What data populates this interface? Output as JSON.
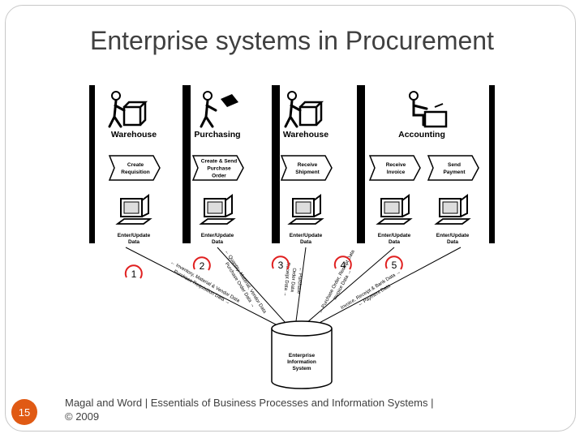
{
  "slide": {
    "title": "Enterprise systems in Procurement",
    "number": "15",
    "footer": "Magal and Word | Essentials of Business Processes and Information Systems | © 2009"
  },
  "diagram": {
    "departments": [
      {
        "name": "Warehouse"
      },
      {
        "name": "Purchasing"
      },
      {
        "name": "Warehouse"
      },
      {
        "name": "Accounting"
      }
    ],
    "steps": [
      {
        "lines": [
          "Create",
          "Requisition"
        ]
      },
      {
        "lines": [
          "Create & Send",
          "Purchase",
          "Order"
        ]
      },
      {
        "lines": [
          "Receive",
          "Shipment"
        ]
      },
      {
        "lines": [
          "Receive",
          "Invoice"
        ]
      },
      {
        "lines": [
          "Send",
          "Payment"
        ]
      }
    ],
    "terminals": [
      {
        "lines": [
          "Enter/Update",
          "Data"
        ]
      },
      {
        "lines": [
          "Enter/Update",
          "Data"
        ]
      },
      {
        "lines": [
          "Enter/Update",
          "Data"
        ]
      },
      {
        "lines": [
          "Enter/Update",
          "Data"
        ]
      },
      {
        "lines": [
          "Enter/Update",
          "Data"
        ]
      }
    ],
    "markers": [
      "1",
      "2",
      "3",
      "4",
      "5"
    ],
    "flows": [
      {
        "lines": [
          "← Inventory, Material & Vendor Data",
          "Purchase Requisition Data →"
        ]
      },
      {
        "lines": [
          "← Quantity, Material, Vendor Data",
          "Purchase Order Data →"
        ]
      },
      {
        "lines": [
          "← Purchase",
          "Order Data",
          "Receipt Data →"
        ]
      },
      {
        "lines": [
          "← Purchase Order, Receipt Data",
          "Invoice Data →"
        ]
      },
      {
        "lines": [
          "Invoice, Receipt & Bank Data →",
          "← Payment Data"
        ]
      }
    ],
    "database": {
      "lines": [
        "Enterprise",
        "Information",
        "System"
      ]
    },
    "colors": {
      "marker": "#e02020",
      "slide_number": "#e05a14",
      "lane": "#000000"
    }
  }
}
